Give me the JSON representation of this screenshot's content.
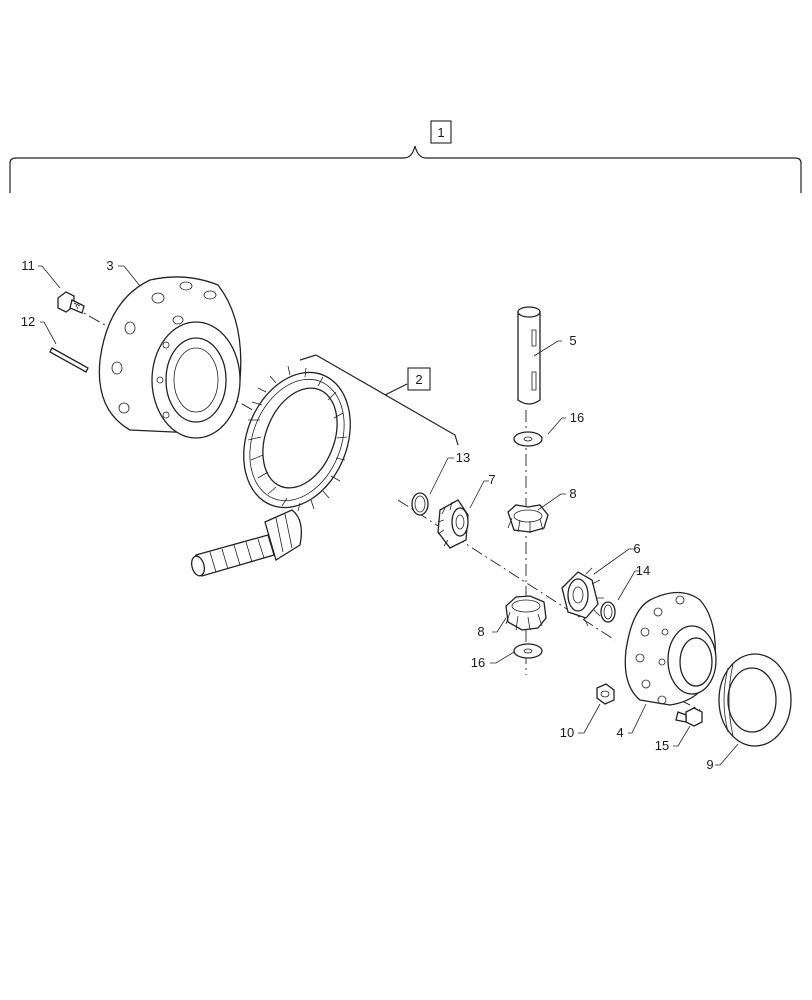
{
  "callouts": {
    "assembly": "1",
    "ring_pinion_set": "2",
    "p3": "3",
    "p4": "4",
    "p5": "5",
    "p6": "6",
    "p7": "7",
    "p8a": "8",
    "p8b": "8",
    "p9": "9",
    "p10": "10",
    "p11": "11",
    "p12": "12",
    "p13": "13",
    "p14": "14",
    "p15": "15",
    "p16a": "16",
    "p16b": "16"
  },
  "parts": [
    {
      "ref": "3",
      "icon": "differential-case-half-icon"
    },
    {
      "ref": "4",
      "icon": "differential-case-half-icon"
    },
    {
      "ref": "5",
      "icon": "pin-shaft-icon"
    },
    {
      "ref": "6",
      "icon": "side-gear-icon"
    },
    {
      "ref": "7",
      "icon": "side-gear-icon"
    },
    {
      "ref": "8",
      "icon": "pinion-gear-icon"
    },
    {
      "ref": "9",
      "icon": "bearing-icon"
    },
    {
      "ref": "10",
      "icon": "nut-icon"
    },
    {
      "ref": "11",
      "icon": "bolt-icon"
    },
    {
      "ref": "12",
      "icon": "roll-pin-icon"
    },
    {
      "ref": "13",
      "icon": "retaining-ring-icon"
    },
    {
      "ref": "14",
      "icon": "retaining-ring-icon"
    },
    {
      "ref": "15",
      "icon": "bolt-icon"
    },
    {
      "ref": "16",
      "icon": "thrust-washer-icon"
    }
  ]
}
